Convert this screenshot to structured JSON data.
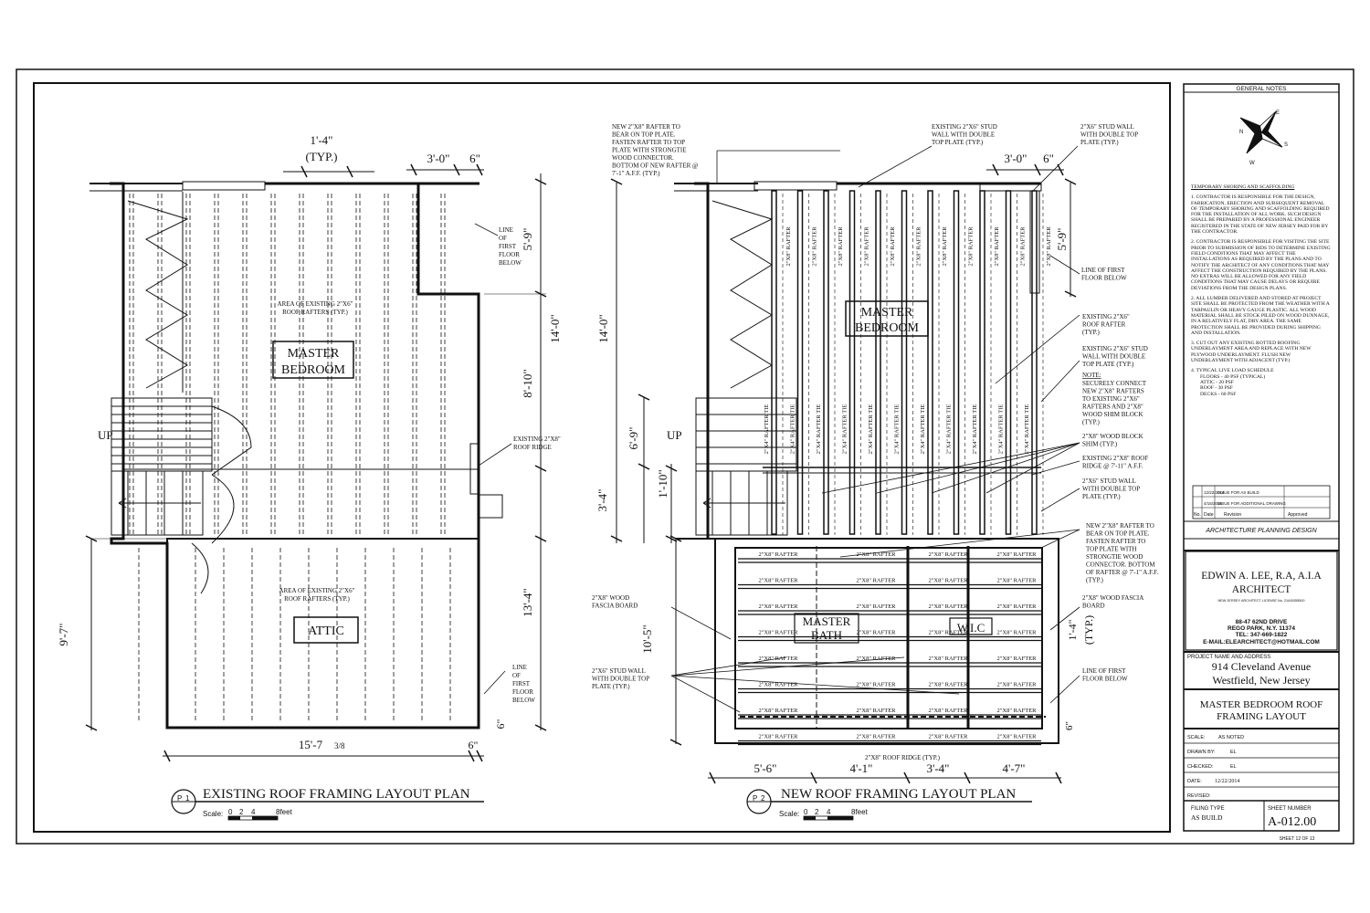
{
  "existing_plan": {
    "title": "EXISTING ROOF FRAMING LAYOUT PLAN",
    "badge_top": "P",
    "badge_num": "1",
    "scale_label": "Scale:",
    "scale_ticks": [
      "0",
      "2",
      "4",
      "8feet"
    ],
    "room_master": [
      "MASTER",
      "BEDROOM"
    ],
    "room_attic": "ATTIC",
    "area_note_1": [
      "AREA OF EXISTING 2\"X6\"",
      "ROOF RAFTERS (TYP.)"
    ],
    "area_note_2": [
      "AREA OF EXISTING 2\"X6\"",
      "ROOF RAFTERS (TYP.)"
    ],
    "up_label": "UP",
    "note_line_first_1": [
      "LINE",
      "OF",
      "FIRST",
      "FLOOR",
      "BELOW"
    ],
    "note_line_first_2": [
      "LINE",
      "OF",
      "FIRST",
      "FLOOR",
      "BELOW"
    ],
    "note_ridge": [
      "EXISTING 2\"X8\"",
      "ROOF RIDGE"
    ],
    "dims": {
      "typ_top": "1'-4\"",
      "typ_sub": "(TYP.)",
      "top_a": "3'-0\"",
      "top_b": "6\"",
      "right_1": "5'-9\"",
      "right_2": "14'-0\"",
      "right_3": "8'-10\"",
      "right_4": "13'-4\"",
      "right_5": "6\"",
      "left_1": "9'-7\"",
      "bottom_1": "15'-7",
      "bottom_frac": "3/8",
      "bottom_2": "6\""
    }
  },
  "new_plan": {
    "title": "NEW ROOF FRAMING LAYOUT PLAN",
    "badge_top": "P",
    "badge_num": "2",
    "scale_label": "Scale:",
    "scale_ticks": [
      "0",
      "2",
      "4",
      "8feet"
    ],
    "room_master": [
      "MASTER",
      "BEDROOM"
    ],
    "room_bath": [
      "MASTER",
      "BATH"
    ],
    "room_wic": "W.I.C",
    "up_label": "UP",
    "rafter_label": "2\"X8\" RAFTER",
    "tie_label": "2\"X4\" RAFTER TIE",
    "ridge_label": "2\"X8\" ROOF RIDGE (TYP.)",
    "notes_left": {
      "rafter_bear": [
        "NEW 2\"X8\" RAFTER TO",
        "BEAR ON TOP PLATE.",
        "FASTEN RAFTER TO TOP",
        "PLATE WITH STRONGTIE",
        "WOOD CONNECTOR.",
        "BOTTOM OF NEW RAFTER @",
        "7'-1\" A.F.F. (TYP.)"
      ],
      "fascia": [
        "2\"X8\" WOOD",
        "FASCIA BOARD"
      ],
      "stud_wall": [
        "2\"X6\" STUD WALL",
        "WITH DOUBLE TOP",
        "PLATE (TYP.)"
      ]
    },
    "notes_top": {
      "existing_stud": [
        "EXISTING 2\"X6\" STUD",
        "WALL WITH DOUBLE",
        "TOP PLATE (TYP.)"
      ],
      "stud_wall_right": [
        "2\"X6\" STUD WALL",
        "WITH DOUBLE TOP",
        "PLATE (TYP.)"
      ]
    },
    "notes_right": {
      "line_first_1": [
        "LINE OF FIRST",
        "FLOOR BELOW"
      ],
      "existing_rafter": [
        "EXISTING 2\"X6\"",
        "ROOF RAFTER",
        "(TYP.)"
      ],
      "existing_stud_2": [
        "EXISTING 2\"X6\" STUD",
        "WALL WITH DOUBLE",
        "TOP PLATE (TYP.)"
      ],
      "note_head": "NOTE:",
      "note_body": [
        "SECURELY CONNECT",
        "NEW 2\"X8\" RAFTERS",
        "TO EXISTING 2\"X6\"",
        "RAFTERS AND 2\"X8\"",
        "WOOD SHIM BLOCK",
        "(TYP.)"
      ],
      "shim": [
        "2\"X8\" WOOD BLOCK",
        "SHIM (TYP.)"
      ],
      "ridge": [
        "EXISTING 2\"X8\" ROOF",
        "RIDGE @ 7'-11\" A.F.F."
      ],
      "stud_wall_3": [
        "2\"X6\" STUD WALL",
        "WITH DOUBLE TOP",
        "PLATE (TYP.)"
      ],
      "new_rafter": [
        "NEW 2\"X8\" RAFTER TO",
        "BEAR ON TOP PLATE.",
        "FASTEN RAFTER TO",
        "TOP PLATE WITH",
        "STRONGTIE WOOD",
        "CONNECTOR. BOTTOM",
        "OF RAFTER @ 7'-1\" A.F.F.",
        "(TYP.)"
      ],
      "fascia_2": [
        "2\"X8\" WOOD FASCIA",
        "BOARD"
      ],
      "line_first_2": [
        "LINE OF FIRST",
        "FLOOR BELOW"
      ]
    },
    "dims": {
      "top_a": "3'-0\"",
      "top_b": "6\"",
      "right_1": "5'-9\"",
      "left_1": "14'-0\"",
      "left_2": "6'-9\"",
      "left_3": "1'-10\"",
      "left_4": "3'-4\"",
      "left_5": "10'-5\"",
      "right_typ": "1'-4\"",
      "right_typ_sub": "(TYP.)",
      "right_6": "6\"",
      "bottom": [
        "5'-6\"",
        "4'-1\"",
        "3'-4\"",
        "4'-7\""
      ]
    }
  },
  "title_block": {
    "general_notes_title": "GENERAL NOTES",
    "compass": {
      "n": "N",
      "e": "E",
      "s": "S",
      "w": "W"
    },
    "shoring_title": "TEMPORARY SHORING AND SCAFFOLDING",
    "notes": [
      "1. CONTRACTOR IS RESPONSIBLE FOR THE DESIGN, FABRICATION, ERECTION AND SUBSEQUENT REMOVAL OF TEMPORARY SHORING AND SCAFFOLDING REQUIRED FOR THE INSTALLATION OF ALL WORK. SUCH DESIGN SHALL BE PREPARED BY A PROFESSIONAL ENGINEER REGISTERED IN THE STATE OF NEW JERSEY PAID FOR BY THE CONTRACTOR.",
      "2. CONTRACTOR IS RESPONSIBLE FOR VISITING THE SITE PRIOR TO SUBMISSION OF BIDS TO DETERMINE EXISTING FIELD CONDITIONS THAT MAY AFFECT THE INSTALLATIONS AS REQUIRED BY THE PLANS AND TO NOTIFY THE ARCHITECT OF ANY CONDITIONS THAT MAY AFFECT THE CONSTRUCTION REQUIRED BY THE PLANS. NO EXTRAS WILL BE ALLOWED FOR ANY FIELD CONDITIONS THAT MAY CAUSE DELAYS OR REQUIRE DEVIATIONS FROM THE DESIGN PLANS.",
      "2. ALL LUMBER DELIVERED AND STORED AT PROJECT SITE SHALL BE PROTECTED FROM THE WEATHER WITH A TARPAULIN OR HEAVY GAUGE PLASTIC. ALL WOOD MATERIAL SHALL BE STOCK PILED ON WOOD DUNNAGE, IN A RELATIVELY FLAT, DRY AREA. THE SAME PROTECTION SHALL BE PROVIDED DURING SHIPPING AND INSTALLATION.",
      "3. CUT OUT ANY EXISTING ROTTED ROOFING UNDERLAYMENT AREA AND REPLACE WITH NEW PLYWOOD UNDERLAYMENT. FLUSH NEW UNDERLAYMENT WITH ADJACENT (TYP.)"
    ],
    "load_title": "4. TYPICAL LIVE LOAD SCHEDULE",
    "loads": [
      "FLOORS - 40 PSF (TYPICAL)",
      "ATTIC - 20 PSF",
      "ROOF - 30 PSF",
      "DECKS - 60 PSF"
    ],
    "revisions": [
      {
        "date": "12/22/2014",
        "text": "ISSUE FOR AS BUILD"
      },
      {
        "date": "4/15/2015",
        "text": "ISSUE FOR ADDITIONAL DRAWING"
      }
    ],
    "rev_headers": [
      "No.",
      "Date",
      "Revision",
      "Approved"
    ],
    "firm_tag": "ARCHITECTURE  PLANNING  DESIGN",
    "architect_name": "EDWIN A. LEE, R.A, A.I.A",
    "architect_title": "ARCHITECT",
    "license": "NEW JERSEY ARCHITECT LICENSE No. 21AI0355500",
    "address_1": "88-47 62ND DRIVE",
    "address_2": "REGO PARK, N.Y. 11374",
    "tel": "TEL: 347-669-1822",
    "email": "E-MAIL:ELEARCHITECT@HOTMAIL.COM",
    "project_label": "PROJECT NAME AND ADDRESS",
    "project_addr_1": "914 Cleveland Avenue",
    "project_addr_2": "Westfield, New Jersey",
    "drawing_title_1": "MASTER BEDROOM ROOF",
    "drawing_title_2": "FRAMING LAYOUT",
    "scale_k": "SCALE:",
    "scale_v": "AS NOTED",
    "drawn_k": "DRAWN BY:",
    "drawn_v": "EL",
    "checked_k": "CHECKED:",
    "checked_v": "EL",
    "date_k": "DATE:",
    "date_v": "12/22/2014",
    "revised_k": "REVISED:",
    "filing_k": "FILING TYPE",
    "filing_v": "AS BUILD",
    "sheetnum_k": "SHEET NUMBER",
    "sheetnum_v": "A-012.00",
    "sheet_of": "SHEET  12  OF  13"
  }
}
